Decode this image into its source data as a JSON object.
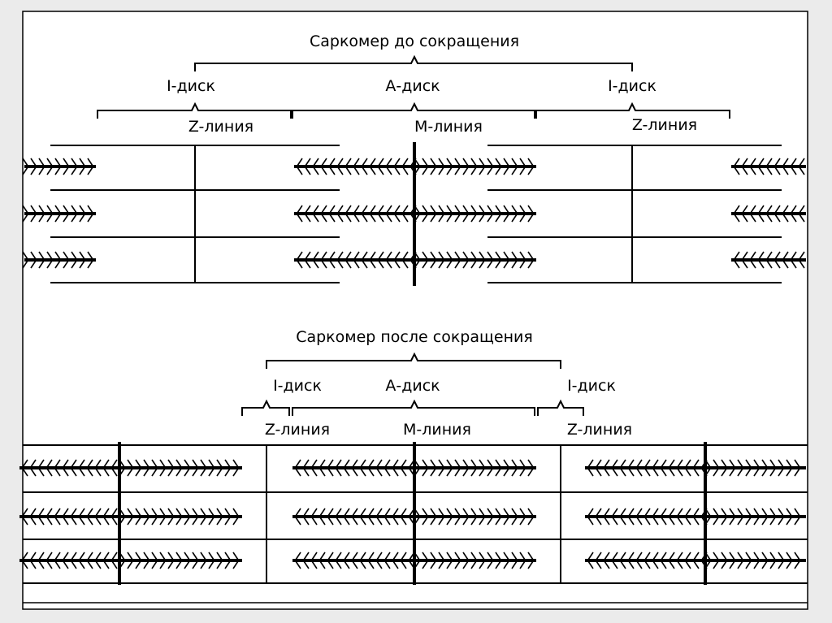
{
  "before": {
    "title": "Саркомер до сокращения",
    "i_disk_left": "I-диск",
    "a_disk": "А-диск",
    "i_disk_right": "I-диск",
    "z_line_left": "Z-линия",
    "m_line": "М-линия",
    "z_line_right": "Z-линия"
  },
  "after": {
    "title": "Саркомер после сокращения",
    "i_disk_left": "I-диск",
    "a_disk": "А-диск",
    "i_disk_right": "I-диск",
    "z_line_left": "Z-линия",
    "m_line": "М-линия",
    "z_line_right": "Z-линия"
  }
}
